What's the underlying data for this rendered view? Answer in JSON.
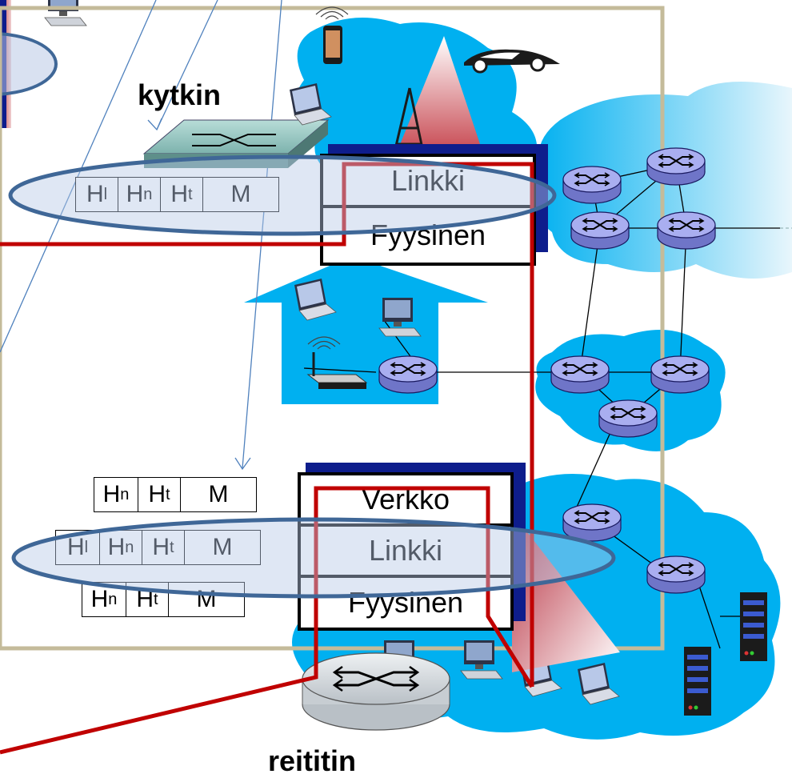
{
  "labels": {
    "switch": "kytkin",
    "router": "reititin"
  },
  "switch_stack": {
    "layers": [
      "Linkki",
      "Fyysinen"
    ]
  },
  "router_stack": {
    "layers": [
      "Verkko",
      "Linkki",
      "Fyysinen"
    ]
  },
  "switch_headers": [
    {
      "cells": [
        {
          "h": "H",
          "s": "l"
        },
        {
          "h": "H",
          "s": "n"
        },
        {
          "h": "H",
          "s": "t"
        },
        {
          "h": "M",
          "s": ""
        }
      ]
    }
  ],
  "router_headers": [
    {
      "cells": [
        {
          "h": "H",
          "s": "n"
        },
        {
          "h": "H",
          "s": "t"
        },
        {
          "h": "M",
          "s": ""
        }
      ]
    },
    {
      "cells": [
        {
          "h": "H",
          "s": "l"
        },
        {
          "h": "H",
          "s": "n"
        },
        {
          "h": "H",
          "s": "t"
        },
        {
          "h": "M",
          "s": ""
        }
      ]
    },
    {
      "cells": [
        {
          "h": "H",
          "s": "n"
        },
        {
          "h": "H",
          "s": "t"
        },
        {
          "h": "M",
          "s": ""
        }
      ]
    }
  ],
  "colors": {
    "network_cloud": "#00b0f0",
    "router_body": "#9aa0e0",
    "stack_shadow": "#0e1d8c",
    "frame": "#c4bb9a",
    "data_path": "#c00000",
    "ellipse_stroke": "#3f6797",
    "ellipse_fill": "#b9c9e6"
  },
  "icons": [
    "router-icon",
    "switch-icon",
    "laptop-icon",
    "desktop-icon",
    "server-icon",
    "phone-icon",
    "car-icon",
    "antenna-icon",
    "wifi-router-icon"
  ]
}
